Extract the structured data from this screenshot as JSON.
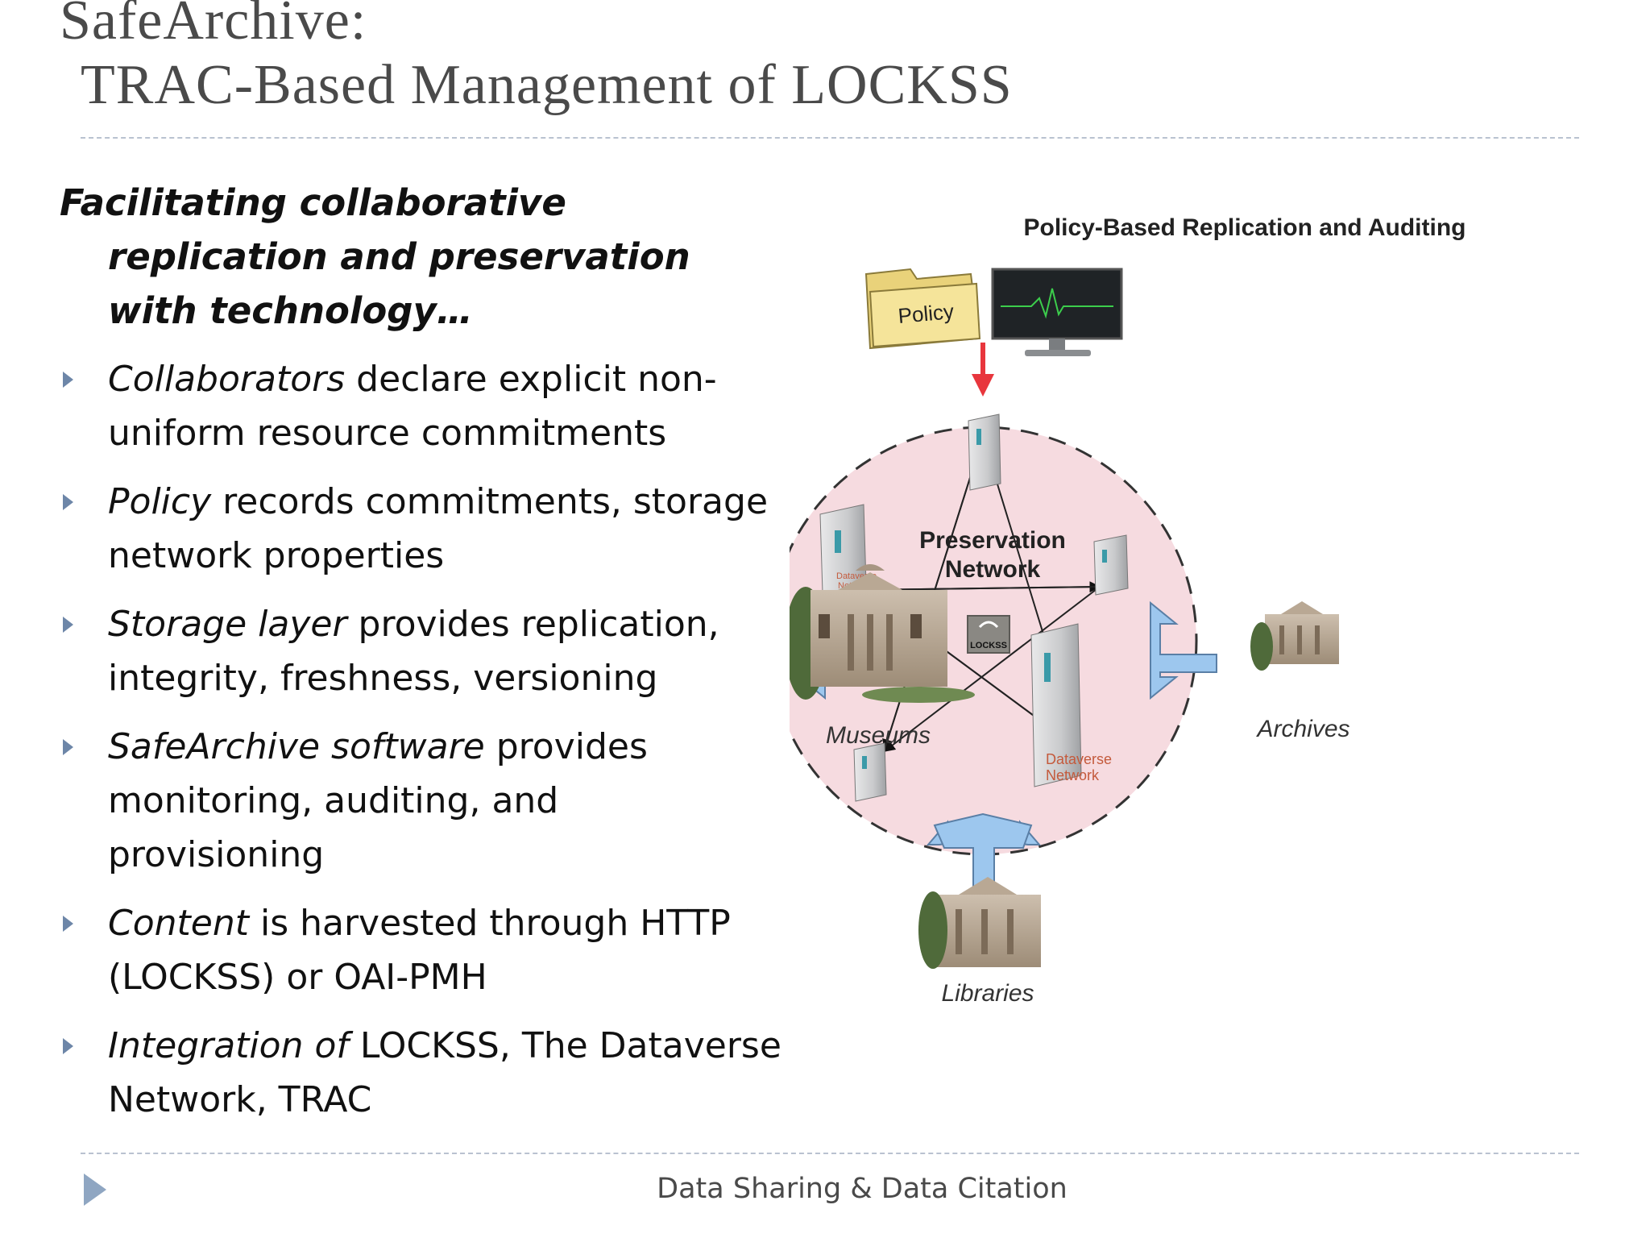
{
  "title": {
    "line1": "SafeArchive:",
    "line2": "TRAC-Based Management of LOCKSS"
  },
  "intro": {
    "line1": "Facilitating collaborative",
    "line2": "replication and preservation",
    "line3": "with technology…"
  },
  "bullets": [
    {
      "em": "Collaborators",
      "text": " declare explicit non-uniform resource commitments"
    },
    {
      "em": "Policy",
      "text": " records commitments, storage network properties"
    },
    {
      "em": "Storage layer",
      "text": " provides replication, integrity, freshness, versioning"
    },
    {
      "em": "SafeArchive software",
      "text": " provides monitoring, auditing, and provisioning"
    },
    {
      "em": "Content",
      "text": " is harvested through HTTP (LOCKSS) or OAI-PMH"
    },
    {
      "em": "Integration of",
      "text": " LOCKSS, The Dataverse Network, TRAC"
    }
  ],
  "diagram": {
    "title": "Policy-Based Replication and Auditing",
    "policy_label": "Policy",
    "network_label_1": "Preservation",
    "network_label_2": "Network",
    "lockss_label": "LOCKSS",
    "dataverse_label_1": "Dataverse",
    "dataverse_label_2": "Network",
    "museums": "Museums",
    "archives": "Archives",
    "libraries": "Libraries"
  },
  "footer": {
    "text": "Data Sharing & Data Citation"
  },
  "colors": {
    "title": "#4a4a4a",
    "bullet": "#6d86a8",
    "circle_fill": "#f6dbe0",
    "connector": "#9dc7ee",
    "red_arrow": "#e8363d"
  }
}
